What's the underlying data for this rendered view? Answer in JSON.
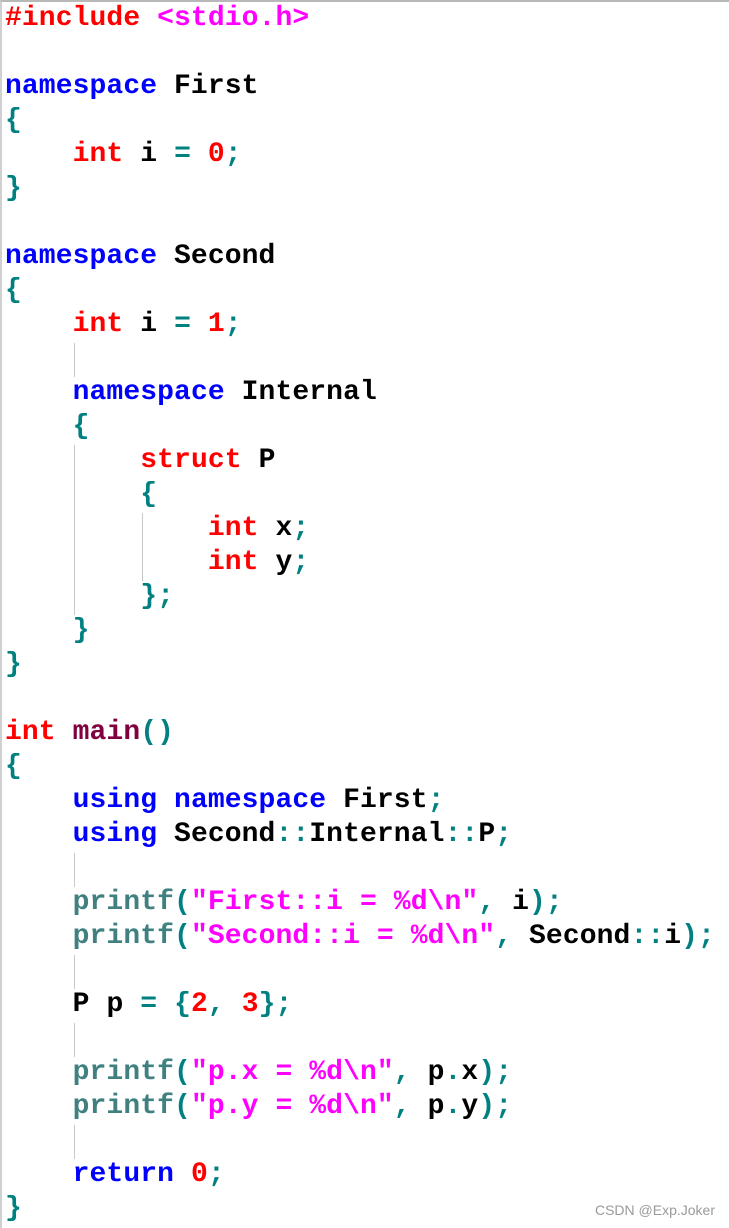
{
  "code_lines": [
    [
      [
        "#include ",
        "t"
      ],
      [
        "<stdio.h>",
        "s"
      ]
    ],
    [],
    [
      [
        "namespace ",
        "k"
      ],
      [
        "First",
        "n"
      ]
    ],
    [
      [
        "{",
        "p"
      ]
    ],
    [
      [
        "    ",
        "n"
      ],
      [
        "int ",
        "t"
      ],
      [
        "i ",
        "n"
      ],
      [
        "= ",
        "p"
      ],
      [
        "0",
        "t"
      ],
      [
        ";",
        "p"
      ]
    ],
    [
      [
        "}",
        "p"
      ]
    ],
    [],
    [
      [
        "namespace ",
        "k"
      ],
      [
        "Second",
        "n"
      ]
    ],
    [
      [
        "{",
        "p"
      ]
    ],
    [
      [
        "    ",
        "n"
      ],
      [
        "int ",
        "t"
      ],
      [
        "i ",
        "n"
      ],
      [
        "= ",
        "p"
      ],
      [
        "1",
        "t"
      ],
      [
        ";",
        "p"
      ]
    ],
    [],
    [
      [
        "    ",
        "n"
      ],
      [
        "namespace ",
        "k"
      ],
      [
        "Internal",
        "n"
      ]
    ],
    [
      [
        "    ",
        "n"
      ],
      [
        "{",
        "p"
      ]
    ],
    [
      [
        "        ",
        "n"
      ],
      [
        "struct ",
        "t"
      ],
      [
        "P",
        "n"
      ]
    ],
    [
      [
        "        ",
        "n"
      ],
      [
        "{",
        "p"
      ]
    ],
    [
      [
        "            ",
        "n"
      ],
      [
        "int ",
        "t"
      ],
      [
        "x",
        "n"
      ],
      [
        ";",
        "p"
      ]
    ],
    [
      [
        "            ",
        "n"
      ],
      [
        "int ",
        "t"
      ],
      [
        "y",
        "n"
      ],
      [
        ";",
        "p"
      ]
    ],
    [
      [
        "        ",
        "n"
      ],
      [
        "};",
        "p"
      ]
    ],
    [
      [
        "    ",
        "n"
      ],
      [
        "}",
        "p"
      ]
    ],
    [
      [
        "}",
        "p"
      ]
    ],
    [],
    [
      [
        "int ",
        "t"
      ],
      [
        "main",
        "m"
      ],
      [
        "()",
        "p"
      ]
    ],
    [
      [
        "{",
        "p"
      ]
    ],
    [
      [
        "    ",
        "n"
      ],
      [
        "using ",
        "k"
      ],
      [
        "namespace ",
        "k"
      ],
      [
        "First",
        "n"
      ],
      [
        ";",
        "p"
      ]
    ],
    [
      [
        "    ",
        "n"
      ],
      [
        "using ",
        "k"
      ],
      [
        "Second",
        "n"
      ],
      [
        "::",
        "p"
      ],
      [
        "Internal",
        "n"
      ],
      [
        "::",
        "p"
      ],
      [
        "P",
        "n"
      ],
      [
        ";",
        "p"
      ]
    ],
    [],
    [
      [
        "    ",
        "n"
      ],
      [
        "printf",
        "f"
      ],
      [
        "(",
        "p"
      ],
      [
        "\"First::i = %d\\n\"",
        "s"
      ],
      [
        ", ",
        "p"
      ],
      [
        "i",
        "n"
      ],
      [
        ");",
        "p"
      ]
    ],
    [
      [
        "    ",
        "n"
      ],
      [
        "printf",
        "f"
      ],
      [
        "(",
        "p"
      ],
      [
        "\"Second::i = %d\\n\"",
        "s"
      ],
      [
        ", ",
        "p"
      ],
      [
        "Second",
        "n"
      ],
      [
        "::",
        "p"
      ],
      [
        "i",
        "n"
      ],
      [
        ");",
        "p"
      ]
    ],
    [],
    [
      [
        "    ",
        "n"
      ],
      [
        "P ",
        "n"
      ],
      [
        "p ",
        "n"
      ],
      [
        "= ",
        "p"
      ],
      [
        "{",
        "p"
      ],
      [
        "2",
        "t"
      ],
      [
        ", ",
        "p"
      ],
      [
        "3",
        "t"
      ],
      [
        "};",
        "p"
      ]
    ],
    [],
    [
      [
        "    ",
        "n"
      ],
      [
        "printf",
        "f"
      ],
      [
        "(",
        "p"
      ],
      [
        "\"p.x = %d\\n\"",
        "s"
      ],
      [
        ", ",
        "p"
      ],
      [
        "p",
        "n"
      ],
      [
        ".",
        "p"
      ],
      [
        "x",
        "n"
      ],
      [
        ");",
        "p"
      ]
    ],
    [
      [
        "    ",
        "n"
      ],
      [
        "printf",
        "f"
      ],
      [
        "(",
        "p"
      ],
      [
        "\"p.y = %d\\n\"",
        "s"
      ],
      [
        ", ",
        "p"
      ],
      [
        "p",
        "n"
      ],
      [
        ".",
        "p"
      ],
      [
        "y",
        "n"
      ],
      [
        ");",
        "p"
      ]
    ],
    [],
    [
      [
        "    ",
        "n"
      ],
      [
        "return ",
        "k"
      ],
      [
        "0",
        "t"
      ],
      [
        ";",
        "p"
      ]
    ],
    [
      [
        "}",
        "p"
      ]
    ]
  ],
  "watermark": "CSDN @Exp.Joker"
}
